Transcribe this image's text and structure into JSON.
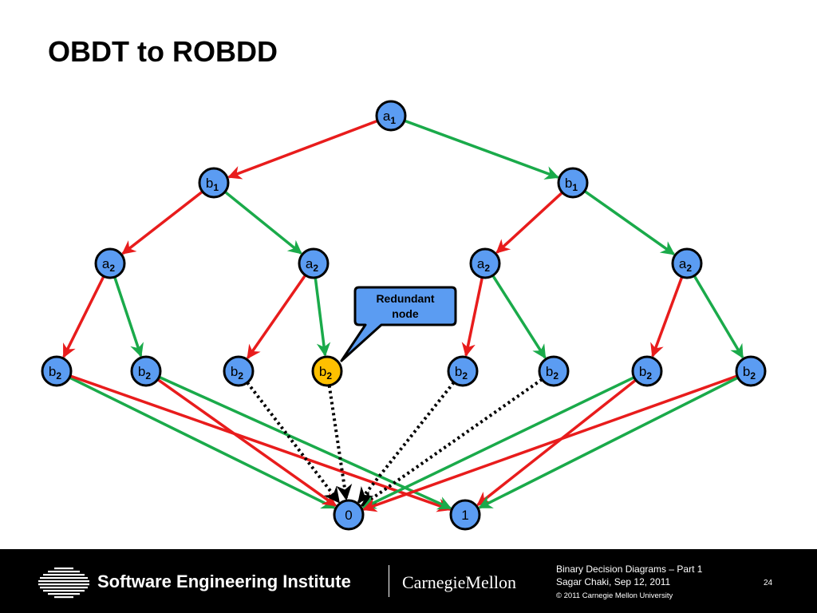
{
  "slide": {
    "title": "OBDT to ROBDD"
  },
  "diagram": {
    "colors": {
      "node_fill": "#5b9cf2",
      "highlight_fill": "#ffc000",
      "low_edge": "#e81c1c",
      "high_edge": "#1aaa4a",
      "redundant_edge": "#000000"
    },
    "nodes": [
      {
        "id": "n1",
        "var": "a",
        "sub": "1",
        "highlight": false
      },
      {
        "id": "n2",
        "var": "b",
        "sub": "1",
        "highlight": false
      },
      {
        "id": "n3",
        "var": "b",
        "sub": "1",
        "highlight": false
      },
      {
        "id": "n4",
        "var": "a",
        "sub": "2",
        "highlight": false
      },
      {
        "id": "n5",
        "var": "a",
        "sub": "2",
        "highlight": false
      },
      {
        "id": "n6",
        "var": "a",
        "sub": "2",
        "highlight": false
      },
      {
        "id": "n7",
        "var": "a",
        "sub": "2",
        "highlight": false
      },
      {
        "id": "n8",
        "var": "b",
        "sub": "2",
        "highlight": false
      },
      {
        "id": "n9",
        "var": "b",
        "sub": "2",
        "highlight": false
      },
      {
        "id": "n10",
        "var": "b",
        "sub": "2",
        "highlight": false
      },
      {
        "id": "n11",
        "var": "b",
        "sub": "2",
        "highlight": true
      },
      {
        "id": "n12",
        "var": "b",
        "sub": "2",
        "highlight": false
      },
      {
        "id": "n13",
        "var": "b",
        "sub": "2",
        "highlight": false
      },
      {
        "id": "n14",
        "var": "b",
        "sub": "2",
        "highlight": false
      },
      {
        "id": "n15",
        "var": "b",
        "sub": "2",
        "highlight": false
      },
      {
        "id": "t0",
        "var": "0",
        "sub": "",
        "highlight": false
      },
      {
        "id": "t1",
        "var": "1",
        "sub": "",
        "highlight": false
      }
    ],
    "edges": [
      {
        "from": "n1",
        "to": "n2",
        "kind": "low"
      },
      {
        "from": "n1",
        "to": "n3",
        "kind": "high"
      },
      {
        "from": "n2",
        "to": "n4",
        "kind": "low"
      },
      {
        "from": "n2",
        "to": "n5",
        "kind": "high"
      },
      {
        "from": "n3",
        "to": "n6",
        "kind": "low"
      },
      {
        "from": "n3",
        "to": "n7",
        "kind": "high"
      },
      {
        "from": "n4",
        "to": "n8",
        "kind": "low"
      },
      {
        "from": "n4",
        "to": "n9",
        "kind": "high"
      },
      {
        "from": "n5",
        "to": "n10",
        "kind": "low"
      },
      {
        "from": "n5",
        "to": "n11",
        "kind": "high"
      },
      {
        "from": "n6",
        "to": "n12",
        "kind": "low"
      },
      {
        "from": "n6",
        "to": "n13",
        "kind": "high"
      },
      {
        "from": "n7",
        "to": "n14",
        "kind": "low"
      },
      {
        "from": "n7",
        "to": "n15",
        "kind": "high"
      },
      {
        "from": "n8",
        "to": "t0",
        "kind": "high"
      },
      {
        "from": "n8",
        "to": "t1",
        "kind": "low"
      },
      {
        "from": "n9",
        "to": "t0",
        "kind": "low"
      },
      {
        "from": "n9",
        "to": "t1",
        "kind": "high"
      },
      {
        "from": "n10",
        "to": "t0",
        "kind": "dotted"
      },
      {
        "from": "n11",
        "to": "t0",
        "kind": "dotted"
      },
      {
        "from": "n12",
        "to": "t0",
        "kind": "dotted"
      },
      {
        "from": "n13",
        "to": "t0",
        "kind": "dotted"
      },
      {
        "from": "n14",
        "to": "t0",
        "kind": "high"
      },
      {
        "from": "n14",
        "to": "t1",
        "kind": "low"
      },
      {
        "from": "n15",
        "to": "t0",
        "kind": "low"
      },
      {
        "from": "n15",
        "to": "t1",
        "kind": "high"
      }
    ],
    "callout": {
      "line1": "Redundant",
      "line2": "node",
      "target": "n11"
    }
  },
  "footer": {
    "sei": "Software Engineering Institute",
    "cmu": "CarnegieMellon",
    "deck_title": "Binary Decision Diagrams – Part 1",
    "author_date": "Sagar Chaki, Sep 12, 2011",
    "copyright": "© 2011 Carnegie Mellon University",
    "page": "24"
  }
}
